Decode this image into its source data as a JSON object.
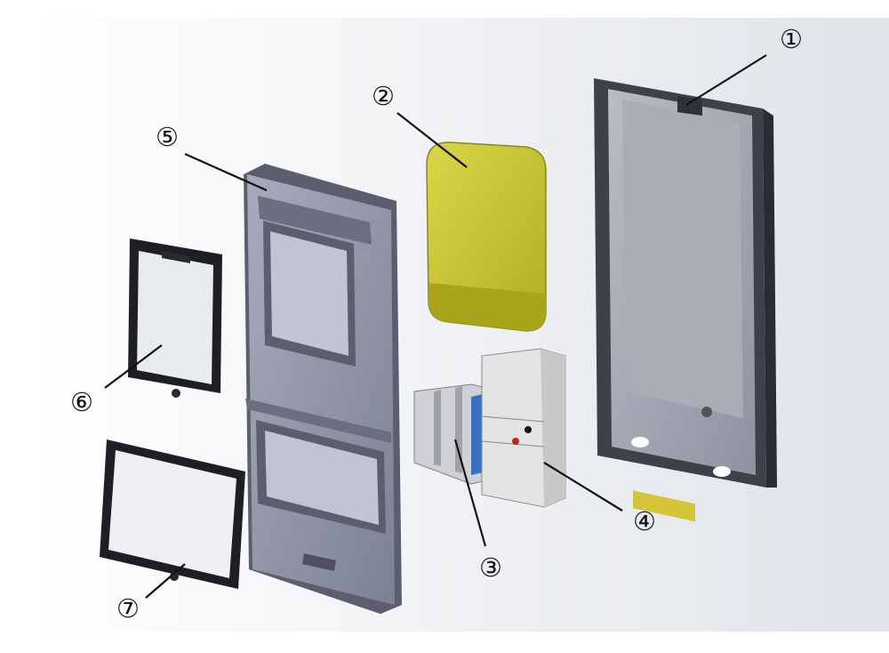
{
  "diagram": {
    "callouts": [
      {
        "id": "1",
        "label": "①"
      },
      {
        "id": "2",
        "label": "②"
      },
      {
        "id": "3",
        "label": "③"
      },
      {
        "id": "4",
        "label": "④"
      },
      {
        "id": "5",
        "label": "⑤"
      },
      {
        "id": "6",
        "label": "⑥"
      },
      {
        "id": "7",
        "label": "⑦"
      }
    ],
    "colors": {
      "enclosure": "#4a4c55",
      "cover": "#8e93a6",
      "yellow_part": "#c9c63a",
      "white_block": "#e4e4e4",
      "blue_part": "#3a6fc2",
      "din_rail": "#d4c43a"
    }
  }
}
